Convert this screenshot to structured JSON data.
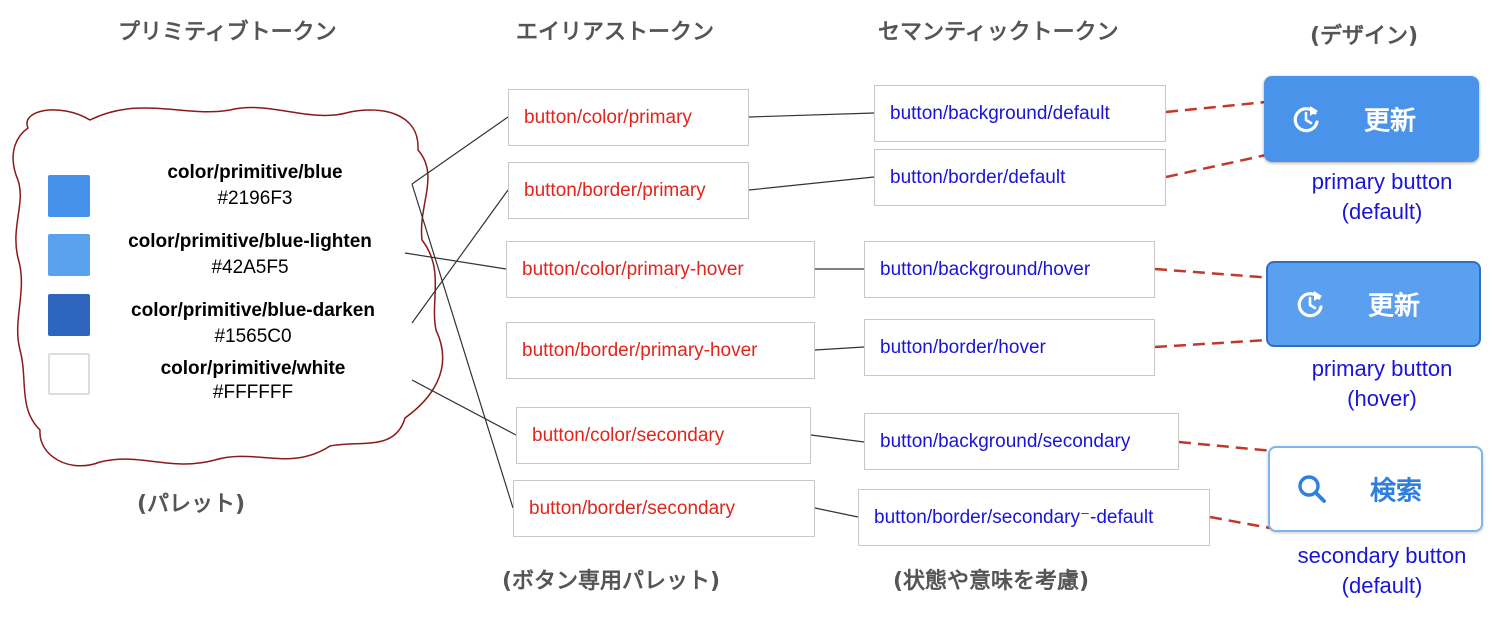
{
  "headings": {
    "primitive": "プリミティブトークン",
    "alias": "エイリアストークン",
    "semantic": "セマンティックトークン",
    "design": "(デザイン)"
  },
  "captions": {
    "palette": "(パレット)",
    "button_palette": "(ボタン専用パレット)",
    "state_meaning": "(状態や意味を考慮)"
  },
  "primitives": [
    {
      "name": "color/primitive/blue",
      "hex": "#2196F3",
      "swatch": "#4691ea"
    },
    {
      "name": "color/primitive/blue-lighten",
      "hex": "#42A5F5",
      "swatch": "#5ba2ee"
    },
    {
      "name": "color/primitive/blue-darken",
      "hex": "#1565C0",
      "swatch": "#2f66bd"
    },
    {
      "name": "color/primitive/white",
      "hex": "#FFFFFF",
      "swatch": "#ffffff"
    }
  ],
  "alias_tokens": [
    "button/color/primary",
    "button/border/primary",
    "button/color/primary-hover",
    "button/border/primary-hover",
    "button/color/secondary",
    "button/border/secondary"
  ],
  "semantic_tokens": [
    "button/background/default",
    "button/border/default",
    "button/background/hover",
    "button/border/hover",
    "button/background/secondary",
    "button/border/secondary⁻-default"
  ],
  "buttons": [
    {
      "label": "更新",
      "icon": "refresh-icon",
      "caption_line1": "primary button",
      "caption_line2": "(default)"
    },
    {
      "label": "更新",
      "icon": "refresh-icon",
      "caption_line1": "primary button",
      "caption_line2": "(hover)"
    },
    {
      "label": "検索",
      "icon": "search-icon",
      "caption_line1": "secondary button",
      "caption_line2": "(default)"
    }
  ],
  "colors": {
    "alias_text": "#e0261c",
    "semantic_text": "#1a14d6",
    "palette_outline": "#8b1a1a",
    "dashed_connector": "#c0392b",
    "heading_text": "#555555"
  }
}
